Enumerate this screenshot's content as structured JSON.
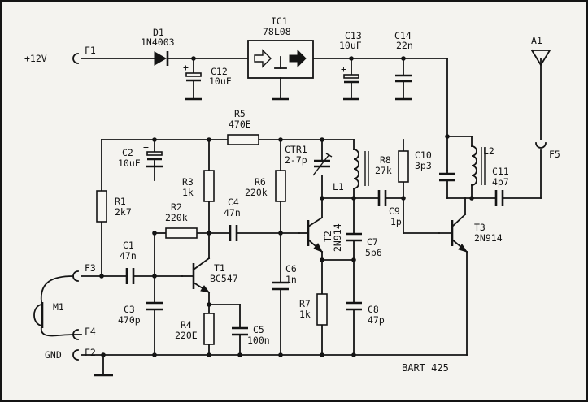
{
  "power_input": "+12V",
  "ground_label": "GND",
  "credit": "BART 425",
  "connectors": {
    "f1": "F1",
    "f2": "F2",
    "f3": "F3",
    "f4": "F4",
    "f5": "F5"
  },
  "antenna": "A1",
  "microphone": "M1",
  "diode": {
    "ref": "D1",
    "value": "1N4003"
  },
  "regulator": {
    "ref": "IC1",
    "value": "78L08"
  },
  "capacitors": {
    "c1": {
      "ref": "C1",
      "value": "47n"
    },
    "c2": {
      "ref": "C2",
      "value": "10uF"
    },
    "c3": {
      "ref": "C3",
      "value": "470p"
    },
    "c4": {
      "ref": "C4",
      "value": "47n"
    },
    "c5": {
      "ref": "C5",
      "value": "100n"
    },
    "c6": {
      "ref": "C6",
      "value": "1n"
    },
    "c7": {
      "ref": "C7",
      "value": "5p6"
    },
    "c8": {
      "ref": "C8",
      "value": "47p"
    },
    "c9": {
      "ref": "C9",
      "value": "1p"
    },
    "c10": {
      "ref": "C10",
      "value": "3p3"
    },
    "c11": {
      "ref": "C11",
      "value": "4p7"
    },
    "c12": {
      "ref": "C12",
      "value": "10uF"
    },
    "c13": {
      "ref": "C13",
      "value": "10uF"
    },
    "c14": {
      "ref": "C14",
      "value": "22n"
    }
  },
  "trimmer": {
    "ref": "CTR1",
    "value": "2-7p"
  },
  "resistors": {
    "r1": {
      "ref": "R1",
      "value": "2k7"
    },
    "r2": {
      "ref": "R2",
      "value": "220k"
    },
    "r3": {
      "ref": "R3",
      "value": "1k"
    },
    "r4": {
      "ref": "R4",
      "value": "220E"
    },
    "r5": {
      "ref": "R5",
      "value": "470E"
    },
    "r6": {
      "ref": "R6",
      "value": "220k"
    },
    "r7": {
      "ref": "R7",
      "value": "1k"
    },
    "r8": {
      "ref": "R8",
      "value": "27k"
    }
  },
  "inductors": {
    "l1": "L1",
    "l2": "L2"
  },
  "transistors": {
    "t1": {
      "ref": "T1",
      "value": "BC547"
    },
    "t2": {
      "ref": "T2",
      "value": "2N914"
    },
    "t3": {
      "ref": "T3",
      "value": "2N914"
    }
  }
}
